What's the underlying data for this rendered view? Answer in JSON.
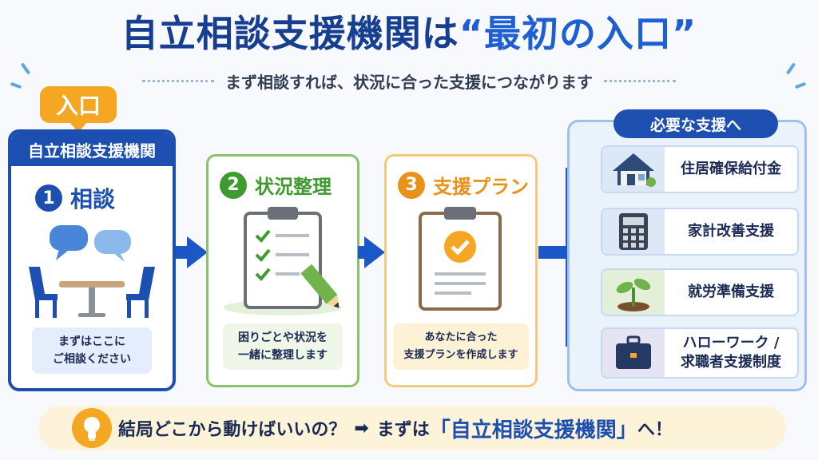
{
  "title": {
    "main": "自立相談支援機関は",
    "quote": "“最初の入口”"
  },
  "subtitle": "まず相談すれば、状況に合った支援につながります",
  "entry_tag": "入口",
  "step1": {
    "header": "自立相談支援機関",
    "number": "1",
    "label": "相談",
    "note_line1": "まずはここに",
    "note_line2": "ご相談ください",
    "icon": "consultation-table-icon"
  },
  "step2": {
    "number": "2",
    "label": "状況整理",
    "note_line1": "困りごとや状況を",
    "note_line2": "一緒に整理します",
    "icon": "checklist-clipboard-icon",
    "color": "#3f9a2f"
  },
  "step3": {
    "number": "3",
    "label": "支援プラン",
    "note_line1": "あなたに合った",
    "note_line2": "支援プランを作成します",
    "icon": "approved-clipboard-icon",
    "color": "#e8921a"
  },
  "support": {
    "header": "必要な支援へ",
    "items": [
      {
        "label": "住居確保給付金",
        "icon": "house-icon"
      },
      {
        "label": "家計改善支援",
        "icon": "calculator-icon"
      },
      {
        "label": "就労準備支援",
        "icon": "sprout-icon"
      },
      {
        "label_line1": "ハローワーク /",
        "label_line2": "求職者支援制度",
        "icon": "briefcase-icon"
      }
    ]
  },
  "banner": {
    "question": "結局どこから動けばいいの？",
    "arrow": "➡",
    "answer_prefix": "まずは",
    "answer_highlight": "「自立相談支援機関」",
    "answer_suffix": "へ！",
    "icon": "lightbulb-icon"
  },
  "colors": {
    "primary": "#1c4fb0",
    "green": "#8cc36a",
    "orange": "#f5a623",
    "cream": "#fdf3d9"
  }
}
